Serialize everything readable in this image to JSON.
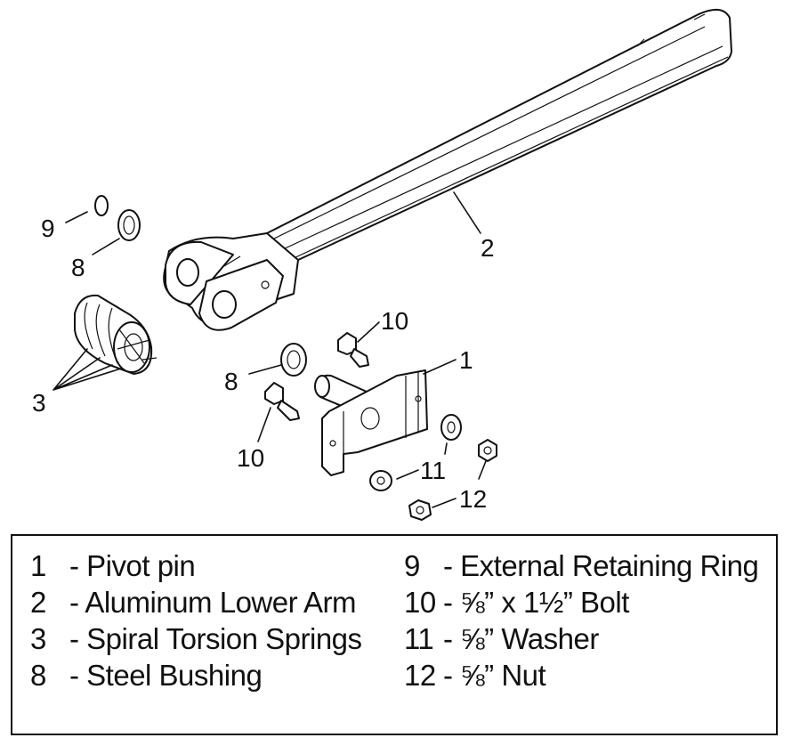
{
  "callouts": {
    "c1": "1",
    "c2": "2",
    "c3": "3",
    "c8a": "8",
    "c8b": "8",
    "c9": "9",
    "c10a": "10",
    "c10b": "10",
    "c11": "11",
    "c12": "12"
  },
  "legend": {
    "items": [
      {
        "num": "1",
        "label": "- Pivot pin"
      },
      {
        "num": "2",
        "label": "- Aluminum Lower Arm"
      },
      {
        "num": "3",
        "label": "- Spiral Torsion Springs"
      },
      {
        "num": "8",
        "label": "- Steel Bushing"
      },
      {
        "num": "9",
        "label": "- External Retaining Ring"
      },
      {
        "num": "10",
        "label": "- ⅝” x 1½” Bolt"
      },
      {
        "num": "11",
        "label": "- ⅝” Washer"
      },
      {
        "num": "12",
        "label": "- ⅝” Nut"
      }
    ]
  }
}
